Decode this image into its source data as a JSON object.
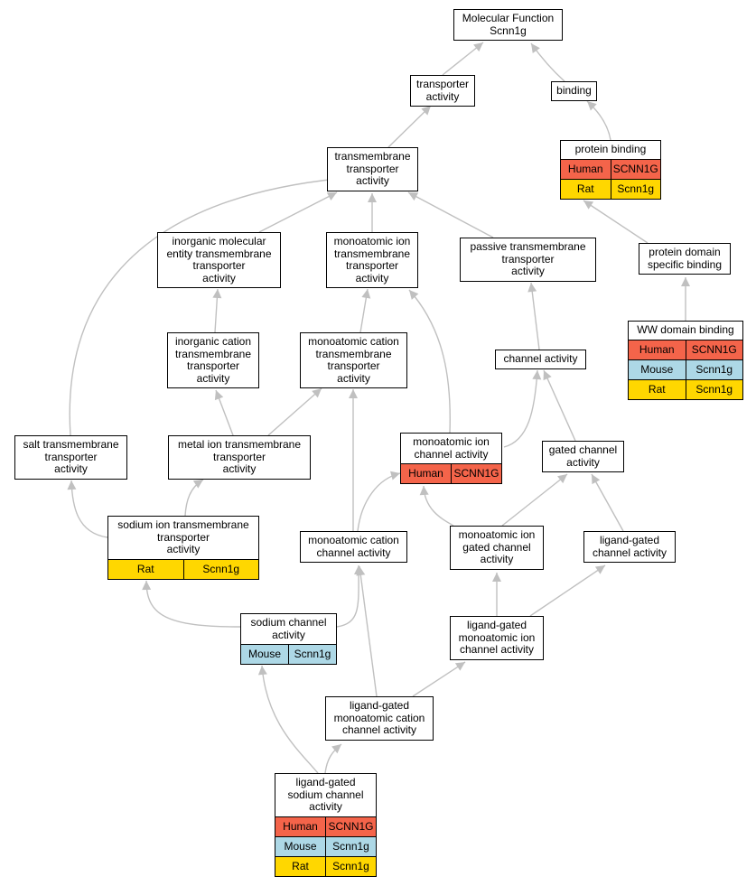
{
  "colors": {
    "human": "#f4644a",
    "mouse": "#add8e6",
    "rat": "#ffd700",
    "edge": "#c0c0c0"
  },
  "nodes": {
    "mf": {
      "lines": [
        "Molecular Function",
        "Scnn1g"
      ]
    },
    "transporter": {
      "lines": [
        "transporter",
        "activity"
      ]
    },
    "binding": {
      "lines": [
        "binding"
      ]
    },
    "tm_transporter": {
      "lines": [
        "transmembrane",
        "transporter",
        "activity"
      ]
    },
    "protein_binding": {
      "lines": [
        "protein binding"
      ],
      "rows": [
        [
          "Human",
          "SCNN1G"
        ],
        [
          "Rat",
          "Scnn1g"
        ]
      ]
    },
    "inorganic_mol": {
      "lines": [
        "inorganic molecular",
        "entity transmembrane",
        "transporter",
        "activity"
      ]
    },
    "monoatomic_ion_tm": {
      "lines": [
        "monoatomic ion",
        "transmembrane",
        "transporter",
        "activity"
      ]
    },
    "passive_tm": {
      "lines": [
        "passive transmembrane",
        "transporter",
        "activity"
      ]
    },
    "protein_domain": {
      "lines": [
        "protein domain",
        "specific binding"
      ]
    },
    "ww_domain": {
      "lines": [
        "WW domain binding"
      ],
      "rows": [
        [
          "Human",
          "SCNN1G"
        ],
        [
          "Mouse",
          "Scnn1g"
        ],
        [
          "Rat",
          "Scnn1g"
        ]
      ]
    },
    "inorganic_cation": {
      "lines": [
        "inorganic cation",
        "transmembrane",
        "transporter",
        "activity"
      ]
    },
    "monoatomic_cation_tm": {
      "lines": [
        "monoatomic cation",
        "transmembrane",
        "transporter",
        "activity"
      ]
    },
    "channel_activity": {
      "lines": [
        "channel activity"
      ]
    },
    "salt_tm": {
      "lines": [
        "salt transmembrane",
        "transporter",
        "activity"
      ]
    },
    "metal_ion_tm": {
      "lines": [
        "metal ion transmembrane",
        "transporter",
        "activity"
      ]
    },
    "monoatomic_ion_channel": {
      "lines": [
        "monoatomic ion",
        "channel activity"
      ],
      "rows": [
        [
          "Human",
          "SCNN1G"
        ]
      ]
    },
    "gated_channel": {
      "lines": [
        "gated channel",
        "activity"
      ]
    },
    "sodium_ion_tm": {
      "lines": [
        "sodium ion transmembrane",
        "transporter",
        "activity"
      ],
      "rows": [
        [
          "Rat",
          "Scnn1g"
        ]
      ]
    },
    "monoatomic_cation_channel": {
      "lines": [
        "monoatomic cation",
        "channel activity"
      ]
    },
    "monoatomic_ion_gated": {
      "lines": [
        "monoatomic ion",
        "gated channel",
        "activity"
      ]
    },
    "ligand_gated_channel": {
      "lines": [
        "ligand-gated",
        "channel activity"
      ]
    },
    "sodium_channel": {
      "lines": [
        "sodium channel",
        "activity"
      ],
      "rows": [
        [
          "Mouse",
          "Scnn1g"
        ]
      ]
    },
    "lg_monoatomic_ion": {
      "lines": [
        "ligand-gated",
        "monoatomic ion",
        "channel activity"
      ]
    },
    "lg_monoatomic_cation": {
      "lines": [
        "ligand-gated",
        "monoatomic cation",
        "channel activity"
      ]
    },
    "lg_sodium": {
      "lines": [
        "ligand-gated",
        "sodium channel",
        "activity"
      ],
      "rows": [
        [
          "Human",
          "SCNN1G"
        ],
        [
          "Mouse",
          "Scnn1g"
        ],
        [
          "Rat",
          "Scnn1g"
        ]
      ]
    }
  }
}
